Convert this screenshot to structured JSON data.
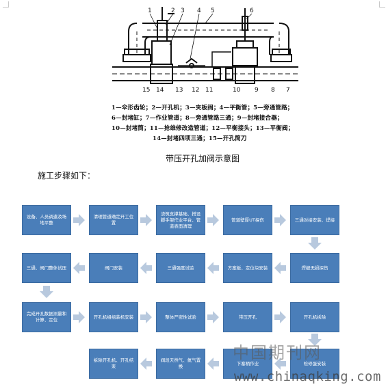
{
  "figure": {
    "callouts": [
      "1",
      "2",
      "3",
      "4",
      "5",
      "6",
      "15",
      "14",
      "13",
      "12",
      "11",
      "10",
      "9",
      "8",
      "7"
    ],
    "legend_lines": [
      "1—伞形齿轮；2—开孔机；3—夹板阀；4—平衡管；5—旁通管路；",
      "6—封堵缸；7—作业管道；8—旁通管路三通；9—封堵接合器；",
      "10—封堵筒；11—抢维修改造管道；12—平衡接头；13—平衡阀；",
      "14—封堵四项三通；15—开孔筒刀"
    ],
    "caption": "带压开孔加阀示意图"
  },
  "steps_intro": "施工步骤如下：",
  "flow": {
    "row1": [
      "设备、人员调遣及场地平整",
      "清理管道确定开工位置",
      "浇筑支撑基础、搭设脚手架作业平台、管道表面清理",
      "管道壁厚UT探伤",
      "三通对接安装、焊接"
    ],
    "row2": [
      "三通、阀门整体试压",
      "阀门安装",
      "三通强度试验",
      "方案板、定位块安装",
      "焊缝无损探伤"
    ],
    "row3": [
      "完成开孔数据测量和计算、定位",
      "开孔机组组装机安装",
      "整体严密性试验",
      "带压开孔",
      "开孔机拆除"
    ],
    "row4": [
      "拆除开孔机、开孔结束",
      "阀段天然气、氮气置换",
      "下塞柄作业",
      "检修蛋安装"
    ]
  },
  "watermark": {
    "cn": "中国期刊网",
    "url": "www.chinaqking.com"
  }
}
